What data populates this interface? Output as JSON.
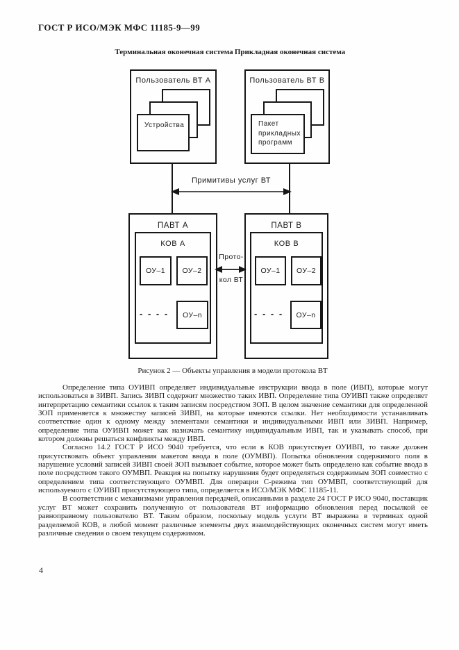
{
  "page": {
    "header": "ГОСТ Р ИСО/МЭК МФС 11185-9—99",
    "page_number": "4"
  },
  "figure": {
    "left_column_title": "Терминальная оконечная система",
    "right_column_title": "Прикладная оконечная система",
    "user_a": {
      "title": "Пользователь ВТ А",
      "front_label": "Устройства"
    },
    "user_b": {
      "title": "Пользователь ВТ В",
      "front_label": "Пакет прикладных программ"
    },
    "primitives_arrow_label": "Примитивы услуг ВТ",
    "protocol_label_top": "Прото-",
    "protocol_label_bottom": "кол ВТ",
    "pavt_a": {
      "title": "ПАВТ А",
      "kov_title": "КОВ А",
      "ou": [
        "ОУ–1",
        "ОУ–2",
        "ОУ–n"
      ],
      "dashes": "- - - -"
    },
    "pavt_b": {
      "title": "ПАВТ В",
      "kov_title": "КОВ В",
      "ou": [
        "ОУ–1",
        "ОУ–2",
        "ОУ–n"
      ],
      "dashes": "- - - -"
    },
    "caption": "Рисунок 2 — Объекты управления в модели протокола ВТ"
  },
  "main": {
    "paragraphs": [
      "Определение типа ОУИВП определяет индивидуальные инструкции ввода в поле (ИВП), которые могут использоваться в ЗИВП. Запись ЗИВП содержит множество таких ИВП. Определение типа ОУИВП также определяет интерпретацию семантики ссылок к таким записям посредством ЗОП. В целом значение семантики для определенной ЗОП применяется к множеству записей ЗИВП, на которые имеются ссылки. Нет необходимости устанавливать соответствие один к одному между элементами семантики и индивидуальными ИВП или ЗИВП. Например, определение типа ОУИВП может как назначать семантику индивидуальным ИВП, так и указывать способ, при котором должны решаться конфликты между ИВП.",
      "Согласно 14.2 ГОСТ Р ИСО 9040 требуется, что если в КОВ присутствует ОУИВП, то также должен присутствовать объект управления макетом ввода в поле (ОУМВП). Попытка обновления содержимого поля в нарушение условий записей ЗИВП своей ЗОП вызывает событие, которое может быть определено как событие ввода в поле посредством такого ОУМВП. Реакция на попытку нарушения будет определяться содержимым ЗОП совместно с определением типа соответствующего ОУМВП. Для операции С-режима тип ОУМВП, соответствующий для используемого с ОУИВП присутствующего типа, определяется в ИСО/МЭК МФС 11185-11.",
      "В соответствии с механизмами управления передачей, описанными в разделе 24 ГОСТ Р ИСО 9040, поставщик услуг ВТ может сохранить полученную от пользователя ВТ информацию обновления перед посылкой ее равноправному пользователю ВТ. Таким образом, поскольку модель услуги ВТ выражена в терминах одной разделяемой КОВ, в любой момент различные элементы двух взаимодействующих оконечных систем могут иметь различные сведения о своем текущем содержимом."
    ]
  }
}
